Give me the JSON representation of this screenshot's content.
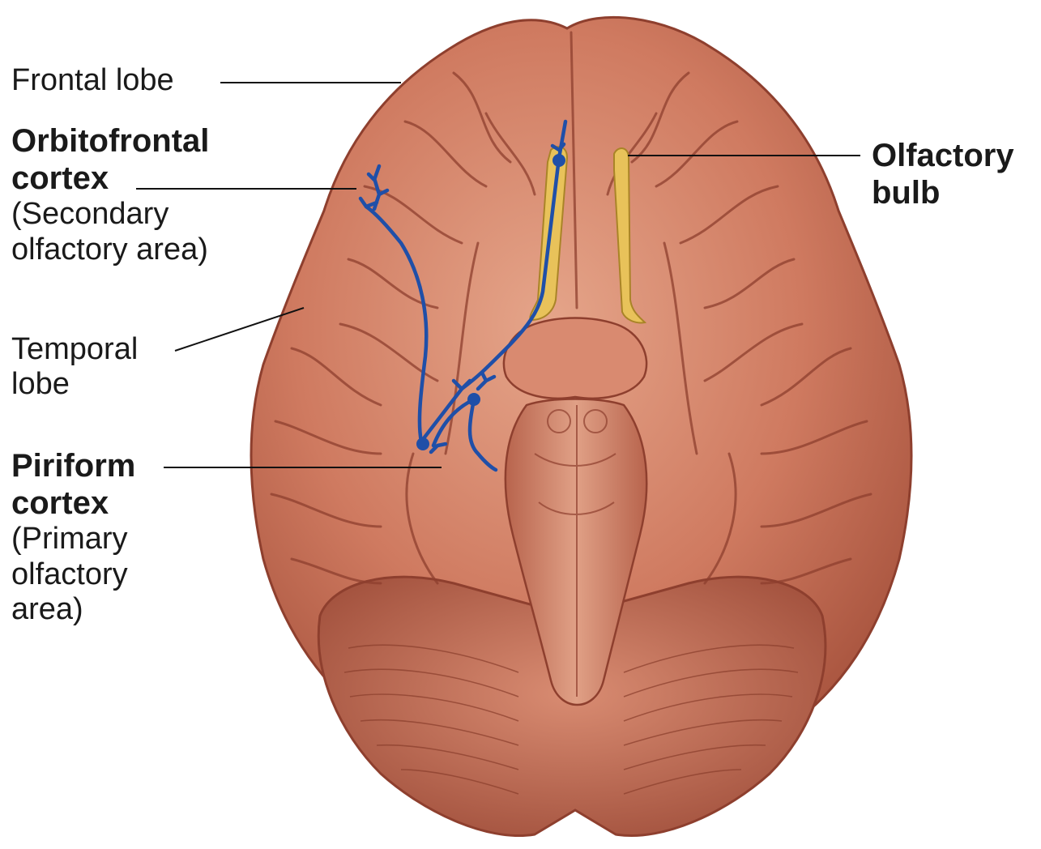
{
  "labels": {
    "frontal_lobe": "Frontal lobe",
    "orbitofrontal": {
      "title_line1": "Orbitofrontal",
      "title_line2": "cortex",
      "sub_line1": "(Secondary",
      "sub_line2": "olfactory area)"
    },
    "temporal_lobe": {
      "line1": "Temporal",
      "line2": "lobe"
    },
    "piriform": {
      "title_line1": "Piriform",
      "title_line2": "cortex",
      "sub_line1": "(Primary",
      "sub_line2": "olfactory",
      "sub_line3": "area)"
    },
    "olfactory_bulb": {
      "line1": "Olfactory",
      "line2": "bulb"
    }
  },
  "colors": {
    "brain_base": "#c97058",
    "brain_light": "#e09a80",
    "brain_dark": "#8e3f2e",
    "pathway": "#1f4fa8",
    "olfactory_tract": "#e8c25a",
    "text": "#1a1a1a"
  }
}
